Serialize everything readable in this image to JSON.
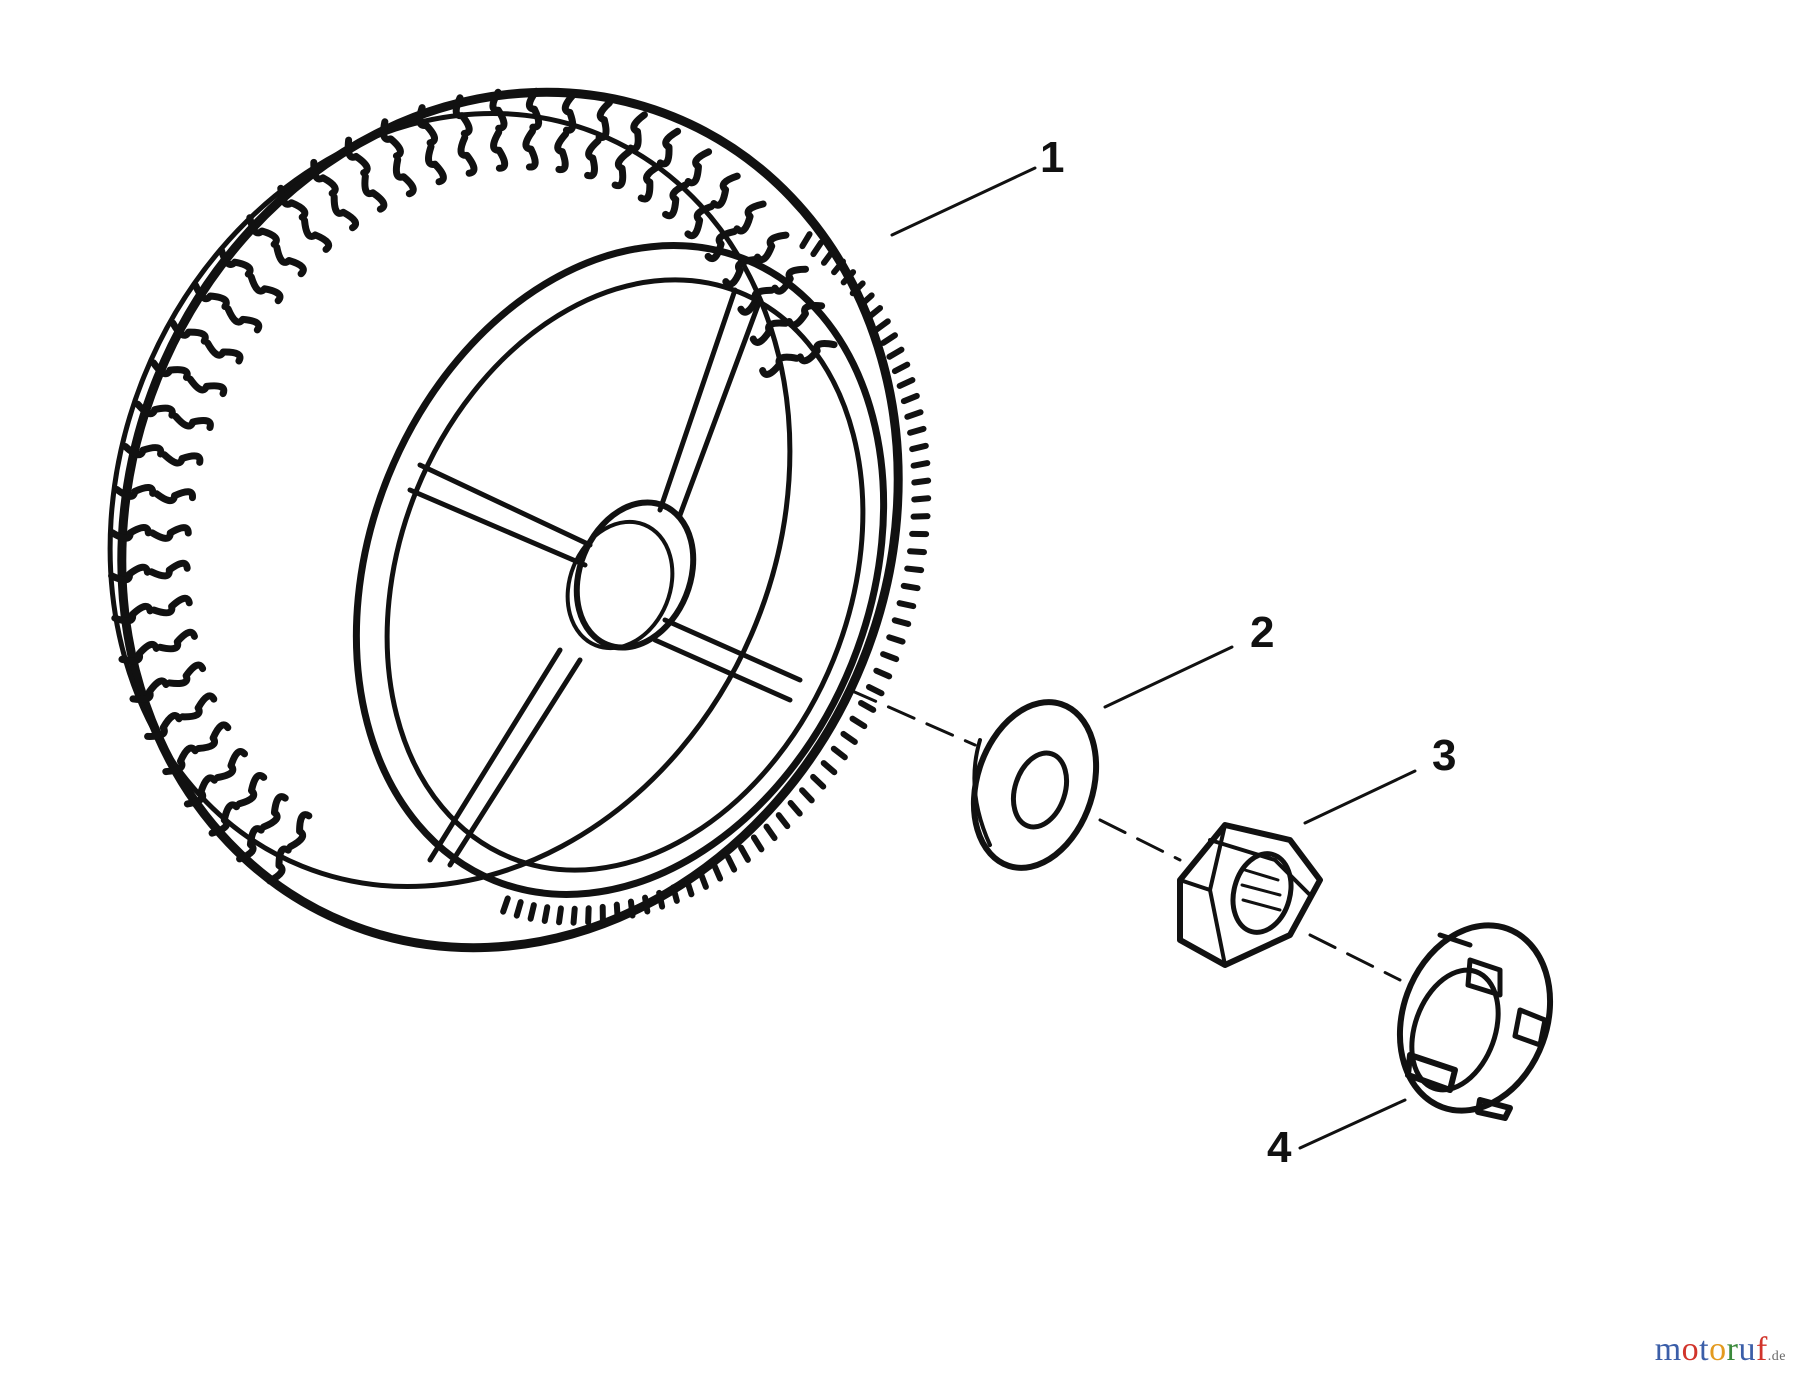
{
  "callouts": [
    {
      "id": 1,
      "label": "1",
      "part": "wheel"
    },
    {
      "id": 2,
      "label": "2",
      "part": "washer"
    },
    {
      "id": 3,
      "label": "3",
      "part": "hex-nut"
    },
    {
      "id": 4,
      "label": "4",
      "part": "castle-nut"
    }
  ],
  "watermark": {
    "letters": [
      "m",
      "o",
      "t",
      "o",
      "r",
      "u",
      "f"
    ],
    "colors": [
      "#3b5ea8",
      "#d1342b",
      "#3b5ea8",
      "#e39a1f",
      "#3b8a3b",
      "#3b5ea8",
      "#d1342b"
    ],
    "suffix": ".de"
  },
  "colors": {
    "ink": "#111111",
    "background": "#ffffff"
  }
}
